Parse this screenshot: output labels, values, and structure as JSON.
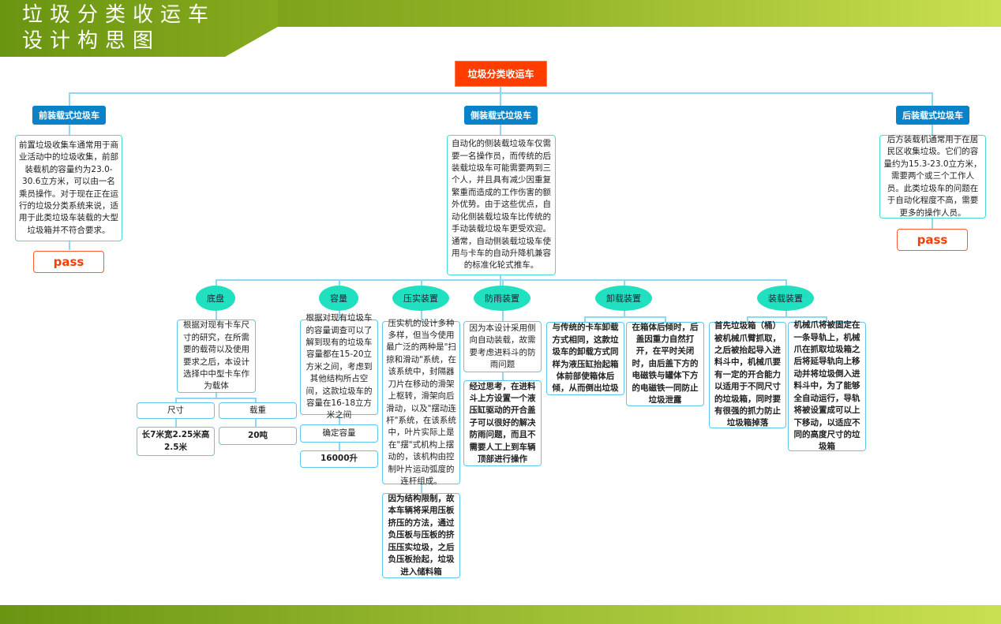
{
  "header": {
    "title_line1": "垃圾分类收运车",
    "title_line2": "设计构思图"
  },
  "root": "垃圾分类收运车",
  "branches": [
    {
      "label": "前装载式垃圾车",
      "desc": "前置垃圾收集车通常用于商业活动中的垃圾收集，前部装载机的容量约为23.0-30.6立方米，可以由一名乘员操作。对于现在正在运行的垃圾分类系统来说，适用于此类垃圾车装载的大型垃圾箱并不符合要求。",
      "verdict": "pass"
    },
    {
      "label": "侧装载式垃圾车",
      "desc": "自动化的侧装载垃圾车仅需要一名操作员，而传统的后装载垃圾车可能需要两到三个人，并且具有减少因重复繁重而造成的工作伤害的额外优势。由于这些优点，自动化侧装载垃圾车比传统的手动装载垃圾车更受欢迎。通常，自动侧装载垃圾车使用与卡车的自动升降机兼容的标准化轮式推车。"
    },
    {
      "label": "后装载式垃圾车",
      "desc": "后方装载机通常用于在居民区收集垃圾。它们的容量约为15.3-23.0立方米，需要两个或三个工作人员。此类垃圾车的问题在于自动化程度不高，需要更多的操作人员。",
      "verdict": "pass"
    }
  ],
  "modules": {
    "chassis": {
      "label": "底盘",
      "desc": "根据对现有卡车尺寸的研究，在所需要的载荷以及使用要求之后，本设计选择中中型卡车作为载体",
      "size_label": "尺寸",
      "size_value": "长7米宽2.25米高2.5米",
      "load_label": "载重",
      "load_value": "20吨"
    },
    "capacity": {
      "label": "容量",
      "desc": "根据对现有垃圾车的容量调查可以了解到现有的垃圾车容量都在15-20立方米之间，考虑到其他结构所占空间，这款垃圾车的容量在16-18立方米之间",
      "sub_label": "确定容量",
      "sub_value": "16000升"
    },
    "compactor": {
      "label": "压实装置",
      "desc": "压实机的设计多种多样，但当今使用最广泛的两种是\"扫掠和滑动\"系统，在该系统中，封隔器刀片在移动的滑架上枢转，滑架向后滑动，以及\"摆动连杆\"系统，在该系统中，叶片实际上是在\"摆\"式机构上摆动的，该机构由控制叶片运动弧度的连杆组成。",
      "conclusion": "因为结构限制，故本车辆将采用压板挤压的方法，通过负压板与压板的挤压压实垃圾，之后负压板抬起，垃圾进入储料箱"
    },
    "rainproof": {
      "label": "防雨装置",
      "desc": "因为本设计采用侧向自动装载，故需要考虑进料斗的防雨问题",
      "conclusion": "经过思考，在进料斗上方设置一个液压缸驱动的开合盖子可以很好的解决防雨问题，而且不需要人工上到车辆顶部进行操作"
    },
    "unloading": {
      "label": "卸载装置",
      "items": [
        "与传统的卡车卸载方式相同，这款垃圾车的卸载方式同样为液压缸抬起箱体前部使箱体后倾，从而倒出垃圾",
        "在箱体后倾时，后盖因重力自然打开，在平时关闭时，由后盖下方的电磁铁与罐体下方的电磁铁一同防止垃圾泄露"
      ]
    },
    "loading": {
      "label": "装载装置",
      "items": [
        "首先垃圾箱（桶）被机械爪臂抓取，之后被抬起导入进料斗中，机械爪要有一定的开合能力以适用于不同尺寸的垃圾箱，同时要有很强的抓力防止垃圾箱掉落",
        "机械爪将被固定在一条导轨上，机械爪在抓取垃圾箱之后将延导轨向上移动并将垃圾倒入进料斗中，为了能够全自动运行，导轨将被设置成可以上下移动，以适应不同的高度尺寸的垃圾箱"
      ]
    }
  }
}
